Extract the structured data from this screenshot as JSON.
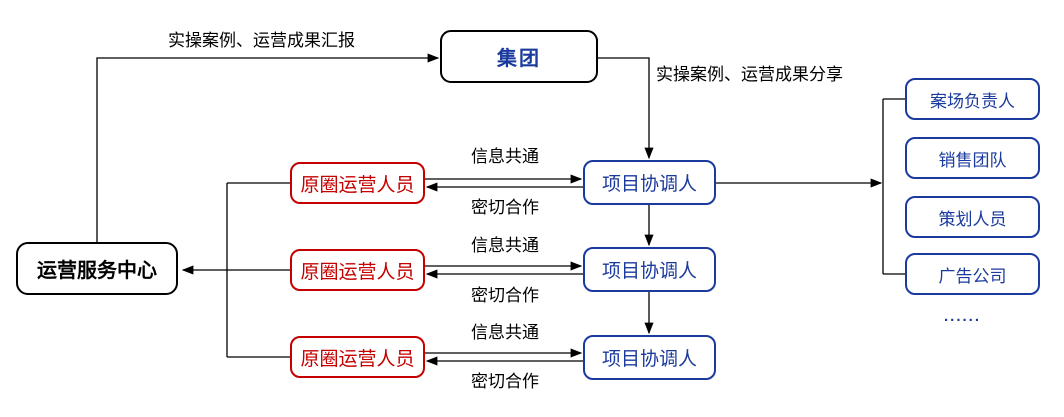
{
  "diagram": {
    "nodes": {
      "group": "集团",
      "center": "运营服务中心",
      "operator": "原圈运营人员",
      "coordinator": "项目协调人",
      "partners": [
        "案场负责人",
        "销售团队",
        "策划人员",
        "广告公司"
      ],
      "ellipsis": "......"
    },
    "edge_labels": {
      "report": "实操案例、运营成果汇报",
      "share": "实操案例、运营成果分享",
      "info": "信息共通",
      "coop": "密切合作"
    },
    "colors": {
      "blue": "#1a3a9e",
      "red": "#c40000",
      "line": "#000000"
    }
  }
}
